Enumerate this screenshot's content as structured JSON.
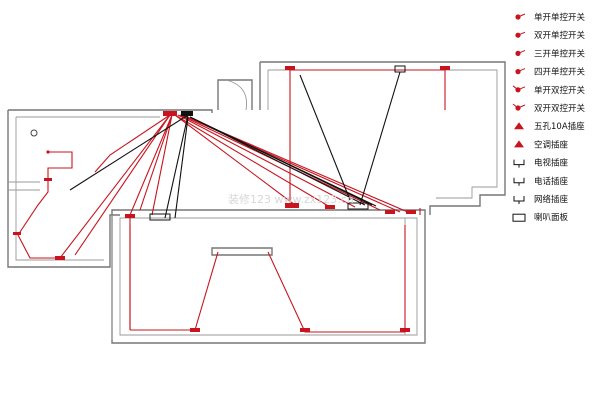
{
  "legend": {
    "items": [
      {
        "icon": "single-pole-single-switch-icon",
        "label": "单开单控开关"
      },
      {
        "icon": "double-gang-single-switch-icon",
        "label": "双开单控开关"
      },
      {
        "icon": "triple-gang-single-switch-icon",
        "label": "三开单控开关"
      },
      {
        "icon": "quad-gang-single-switch-icon",
        "label": "四开单控开关"
      },
      {
        "icon": "single-gang-two-way-switch-icon",
        "label": "单开双控开关"
      },
      {
        "icon": "double-gang-two-way-switch-icon",
        "label": "双开双控开关"
      },
      {
        "icon": "five-hole-socket-icon",
        "label": "五孔10A插座"
      },
      {
        "icon": "ac-socket-icon",
        "label": "空调插座"
      },
      {
        "icon": "tv-socket-icon",
        "label": "电视插座"
      },
      {
        "icon": "phone-socket-icon",
        "label": "电话插座"
      },
      {
        "icon": "network-socket-icon",
        "label": "网络插座"
      },
      {
        "icon": "speaker-panel-icon",
        "label": "喇叭面板"
      }
    ]
  },
  "watermark": "装修123 www.zx123.cn",
  "colors": {
    "wiring": "#c8141e",
    "data_wiring": "#111111",
    "walls": "#777777"
  }
}
